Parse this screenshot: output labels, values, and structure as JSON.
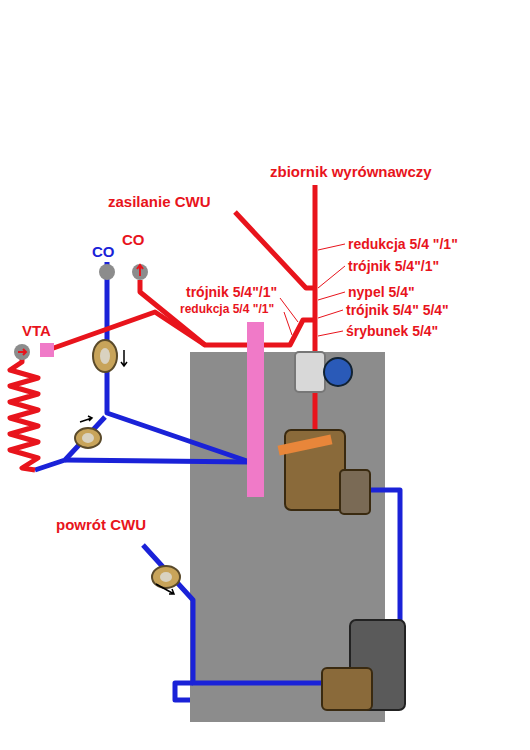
{
  "diagram": {
    "labels": [
      "zbiornik wyrównawczy",
      "zasilanie CWU",
      "CO",
      "CO",
      "redukcja 5/4 \"/1\"",
      "trójnik 5/4\"/1\"",
      "nypel 5/4\"",
      "trójnik 5/4\" 5/4\"",
      "śrybunek 5/4\"",
      "trójnik 5/4\"/1\"",
      "redukcja 5/4 \"/1\"",
      "VTA",
      "powrót CWU"
    ]
  }
}
